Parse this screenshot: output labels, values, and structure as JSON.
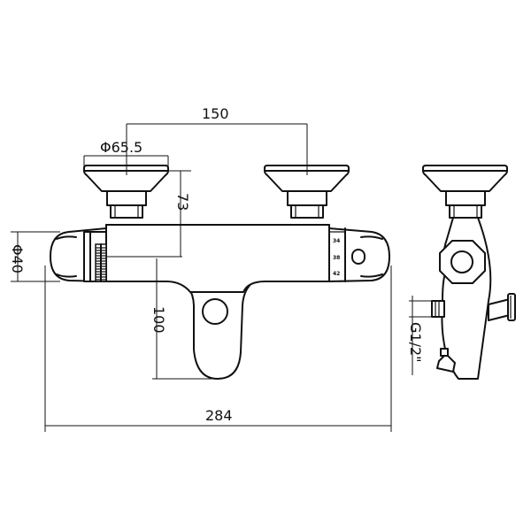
{
  "drawing": {
    "dimensions": {
      "spacing": "150",
      "flange_diameter": "Φ65.5",
      "height": "73",
      "body_diameter": "Φ40",
      "spout_depth": "100",
      "overall_width": "284",
      "thread": "G1/2\""
    },
    "scale_marks": [
      "34",
      "38",
      "42"
    ]
  }
}
